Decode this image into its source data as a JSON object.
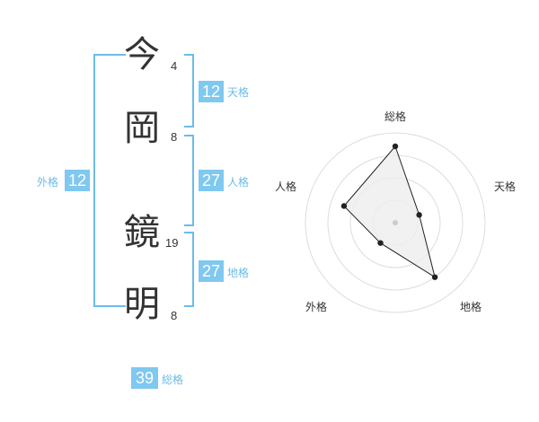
{
  "characters": [
    {
      "char": "今",
      "strokes": "4"
    },
    {
      "char": "岡",
      "strokes": "8"
    },
    {
      "char": "鏡",
      "strokes": "19"
    },
    {
      "char": "明",
      "strokes": "8"
    }
  ],
  "kakusu": {
    "tenkaku": {
      "value": "12",
      "label": "天格"
    },
    "jinkaku": {
      "value": "27",
      "label": "人格"
    },
    "chikaku": {
      "value": "27",
      "label": "地格"
    },
    "gaikaku": {
      "value": "12",
      "label": "外格"
    },
    "soukaku": {
      "value": "39",
      "label": "総格"
    }
  },
  "colors": {
    "accent": "#7fc8f0",
    "bracket": "#6cbbe8",
    "text": "#333333"
  },
  "chart_data": {
    "type": "radar",
    "axes": [
      "総格",
      "天格",
      "地格",
      "外格",
      "人格"
    ],
    "values": [
      0.85,
      0.28,
      0.75,
      0.28,
      0.6
    ],
    "rings": 4,
    "scale": [
      0,
      1
    ]
  }
}
